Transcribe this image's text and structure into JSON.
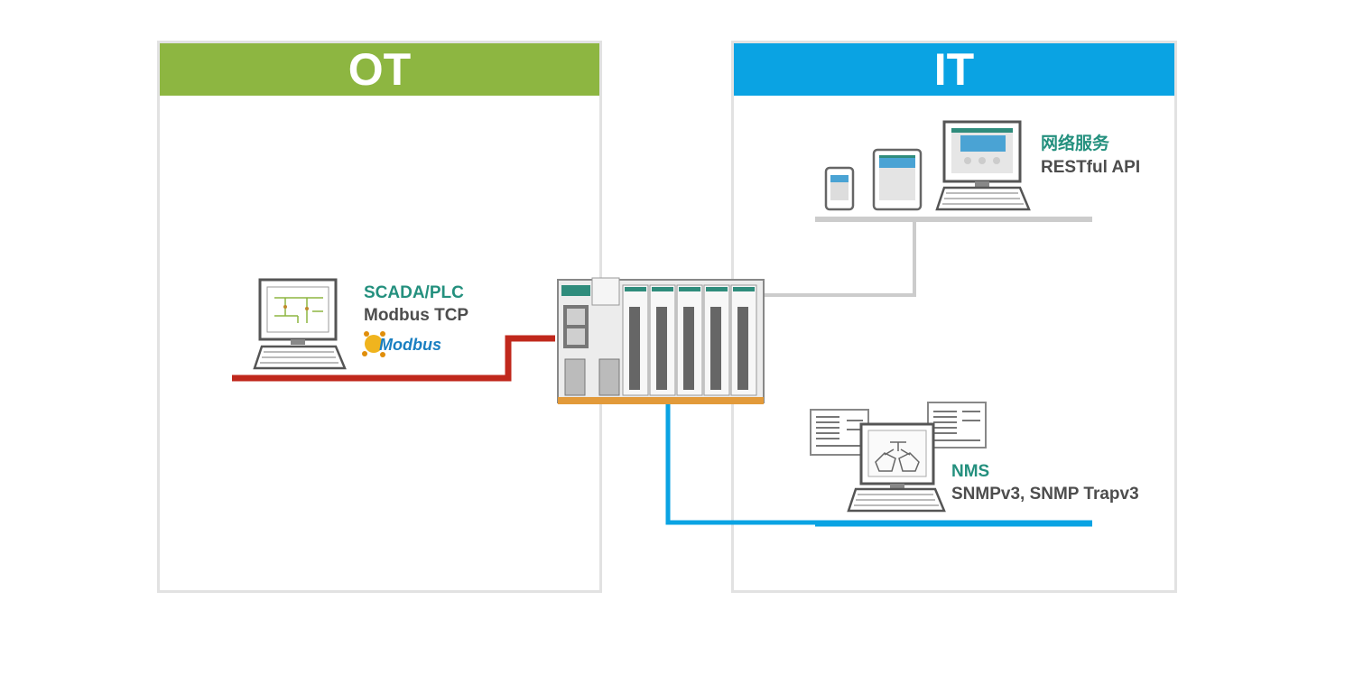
{
  "zones": {
    "ot": {
      "title": "OT",
      "color": "#8db641"
    },
    "it": {
      "title": "IT",
      "color": "#0aa3e3"
    }
  },
  "ot_node": {
    "title": "SCADA/PLC",
    "subtitle": "Modbus TCP",
    "logo_text": "Modbus",
    "icon": "computer-icon"
  },
  "it_web": {
    "title": "网络服务",
    "subtitle": "RESTful API",
    "icons": [
      "smartphone-icon",
      "tablet-icon",
      "desktop-icon"
    ]
  },
  "it_nms": {
    "title": "NMS",
    "subtitle": "SNMPv3, SNMP Trapv3",
    "icon": "nms-workstation-icon"
  },
  "device": {
    "icon": "modular-controller-icon"
  },
  "colors": {
    "ot_link": "#c0281c",
    "web_link": "#cccccc",
    "nms_link": "#0aa3e3",
    "title_text": "#24907e",
    "body_text": "#4d4d4d"
  }
}
